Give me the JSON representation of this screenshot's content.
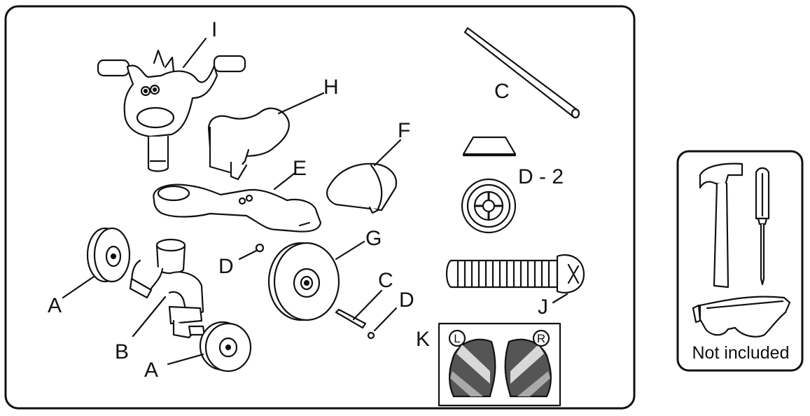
{
  "labels": {
    "I": "I",
    "H": "H",
    "E": "E",
    "F": "F",
    "C_rod": "C",
    "D2": "D - 2",
    "G": "G",
    "C_axle": "C",
    "D_axle": "D",
    "D_nut": "D",
    "A_left": "A",
    "A_bottom": "A",
    "B": "B",
    "J": "J",
    "K": "K",
    "decal_left": "L",
    "decal_right": "R"
  },
  "tools_note": "Not included",
  "colors": {
    "stroke": "#111111",
    "part_fill": "#ffffff",
    "decal_dark": "#555555",
    "decal_light": "#d8d8d8"
  }
}
